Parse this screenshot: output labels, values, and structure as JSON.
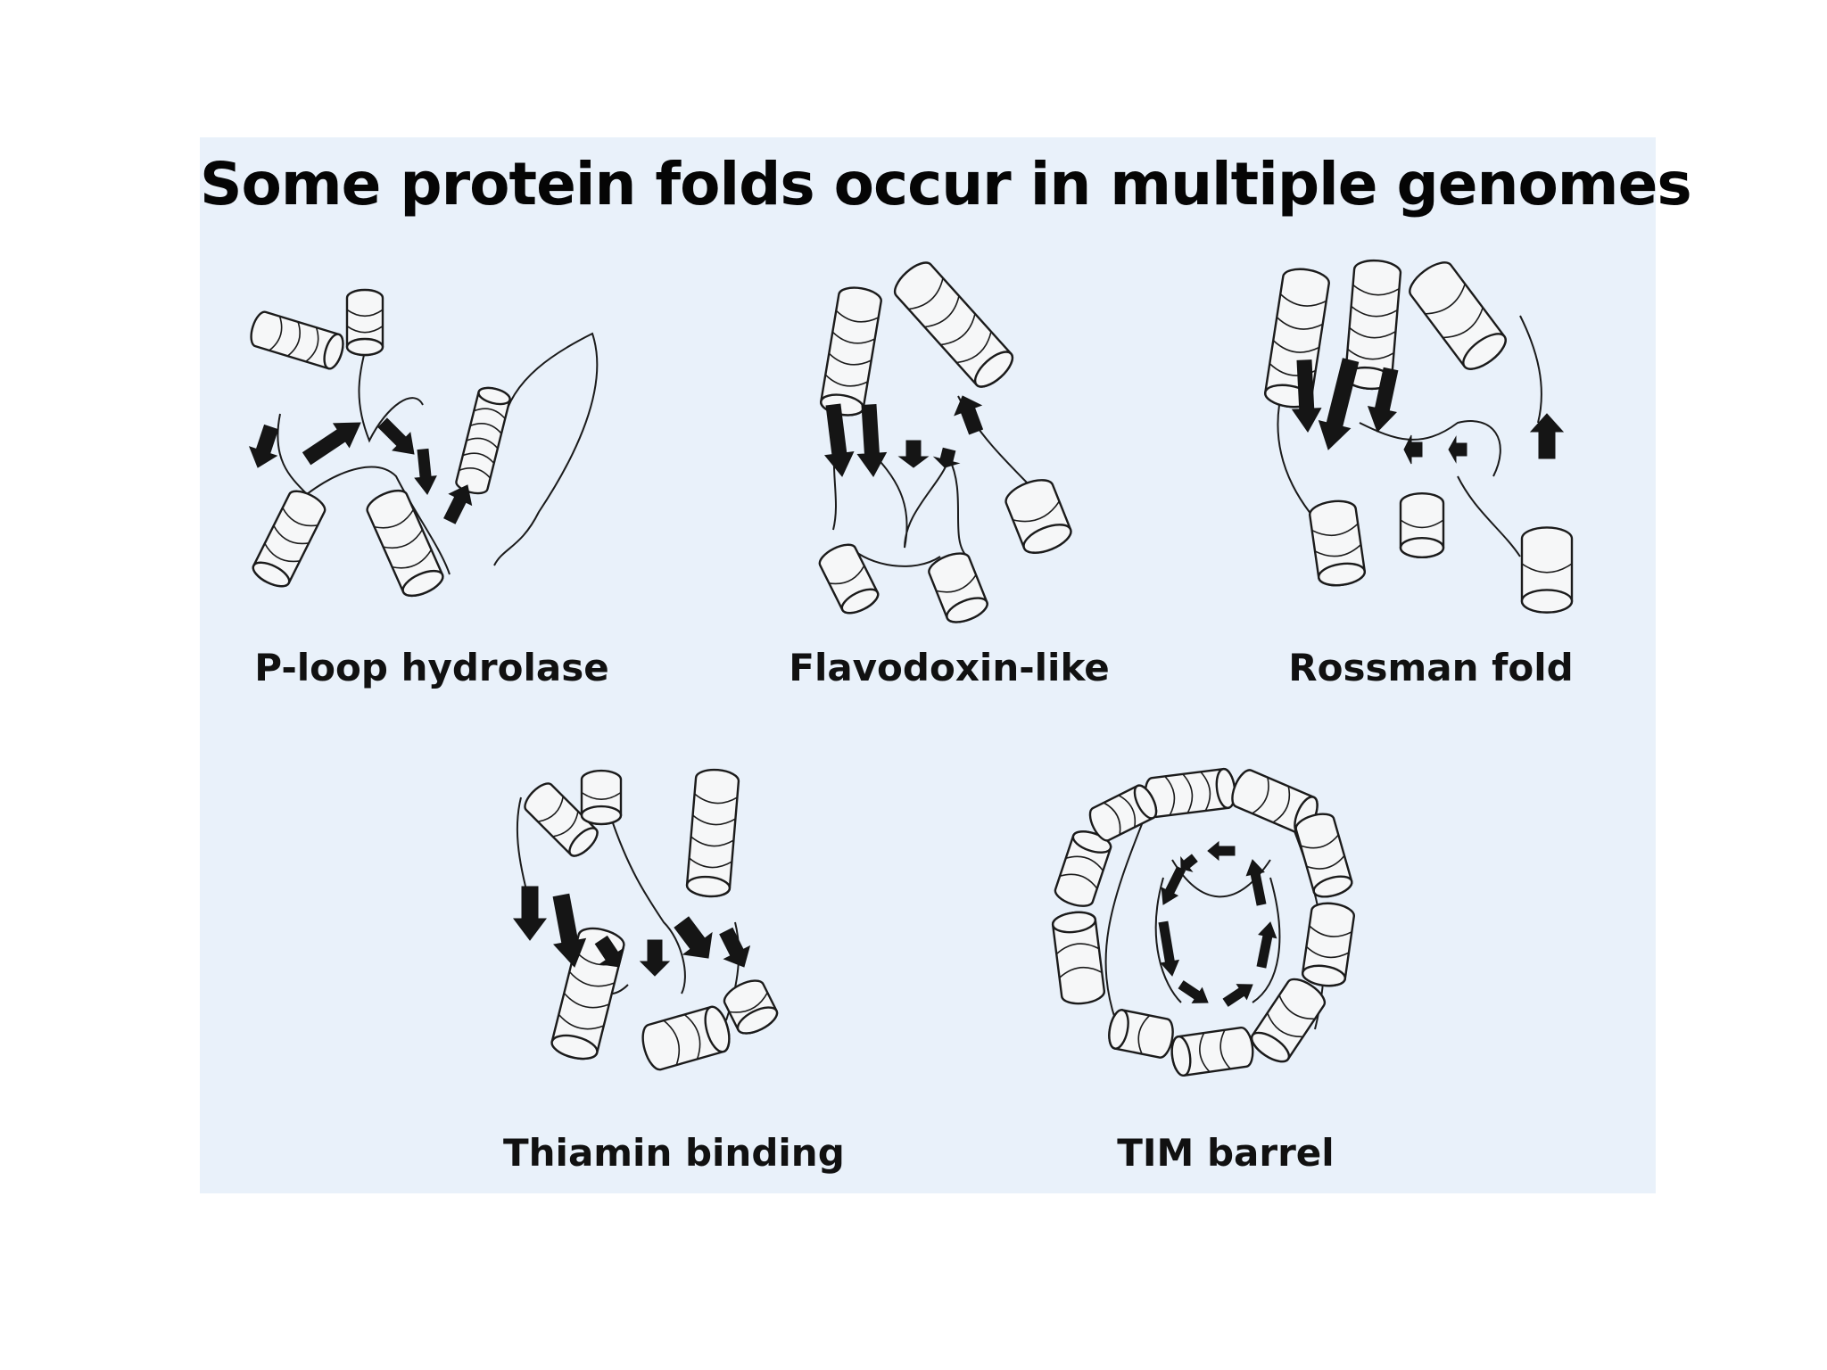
{
  "title": "Some protein folds occur in multiple genomes",
  "folds": [
    {
      "id": "p-loop",
      "label": "P-loop hydrolase"
    },
    {
      "id": "flavodoxin",
      "label": "Flavodoxin-like"
    },
    {
      "id": "rossman",
      "label": "Rossman fold"
    },
    {
      "id": "thiamin",
      "label": "Thiamin binding"
    },
    {
      "id": "tim",
      "label": "TIM barrel"
    }
  ]
}
